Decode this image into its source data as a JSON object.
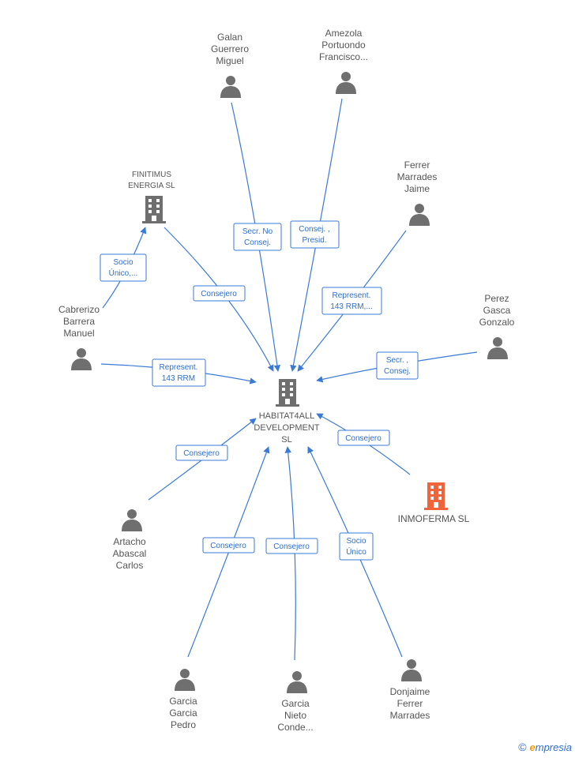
{
  "nodes": {
    "galan": {
      "lines": [
        "Galan",
        "Guerrero",
        "Miguel"
      ],
      "kind": "person"
    },
    "amezola": {
      "lines": [
        "Amezola",
        "Portuondo",
        "Francisco..."
      ],
      "kind": "person"
    },
    "finitimus": {
      "lines": [
        "FINITIMUS",
        "ENERGIA SL"
      ],
      "kind": "company"
    },
    "ferrer_marrades": {
      "lines": [
        "Ferrer",
        "Marrades",
        "Jaime"
      ],
      "kind": "person"
    },
    "cabrerizo": {
      "lines": [
        "Cabrerizo",
        "Barrera",
        "Manuel"
      ],
      "kind": "person"
    },
    "perez": {
      "lines": [
        "Perez",
        "Gasca",
        "Gonzalo"
      ],
      "kind": "person"
    },
    "habitat": {
      "lines": [
        "HABITAT4ALL",
        "DEVELOPMENT",
        "SL"
      ],
      "kind": "company-main"
    },
    "inmoferma": {
      "lines": [
        "INMOFERMA SL"
      ],
      "kind": "company-highlight"
    },
    "artacho": {
      "lines": [
        "Artacho",
        "Abascal",
        "Carlos"
      ],
      "kind": "person"
    },
    "garcia_pedro": {
      "lines": [
        "Garcia",
        "Garcia",
        "Pedro"
      ],
      "kind": "person"
    },
    "garcia_nieto": {
      "lines": [
        "Garcia",
        "Nieto",
        "Conde..."
      ],
      "kind": "person"
    },
    "donjaime": {
      "lines": [
        "Donjaime",
        "Ferrer",
        "Marrades"
      ],
      "kind": "person"
    }
  },
  "edges": {
    "galan": [
      "Secr.  No",
      "Consej."
    ],
    "amezola": [
      "Consej. ,",
      "Presid."
    ],
    "finitimus": [
      "Consejero"
    ],
    "cabrerizo_finitimus": [
      "Socio",
      "Único,..."
    ],
    "ferrer_marrades": [
      "Represent.",
      "143 RRM,..."
    ],
    "cabrerizo": [
      "Represent.",
      "143 RRM"
    ],
    "perez": [
      "Secr. ,",
      "Consej."
    ],
    "inmoferma": [
      "Consejero"
    ],
    "artacho": [
      "Consejero"
    ],
    "garcia_pedro": [
      "Consejero"
    ],
    "garcia_nieto": [
      "Consejero"
    ],
    "donjaime": [
      "Socio",
      "Único"
    ]
  },
  "colors": {
    "edge": "#3a7ad6",
    "icon": "#6f6f6f",
    "highlight": "#f0643c"
  },
  "footer": {
    "copyright_symbol": "©",
    "brand_first_letter": "e",
    "brand_rest": "mpresia"
  }
}
